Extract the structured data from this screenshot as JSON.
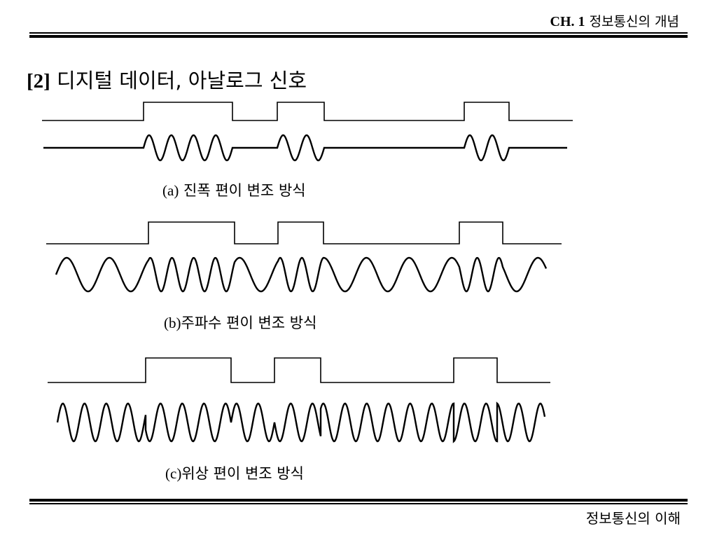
{
  "header": {
    "chapter_prefix": "CH. 1",
    "chapter_title": "정보통신의 개념"
  },
  "title": {
    "number": "[2]",
    "text": "디지털 데이터, 아날로그 신호"
  },
  "diagrams": [
    {
      "prefix": "(a)",
      "label": "진폭 편이 변조 방식",
      "bits": [
        0,
        1,
        0,
        1,
        0,
        0,
        1,
        0
      ]
    },
    {
      "prefix": "(b)",
      "label": "주파수 편이 변조 방식",
      "bits": [
        0,
        1,
        0,
        1,
        0,
        0,
        1,
        0
      ]
    },
    {
      "prefix": "(c)",
      "label": "위상 편이 변조 방식",
      "bits": [
        0,
        1,
        0,
        1,
        0,
        0,
        1,
        0
      ]
    }
  ],
  "footer": {
    "text": "정보통신의 이해"
  }
}
